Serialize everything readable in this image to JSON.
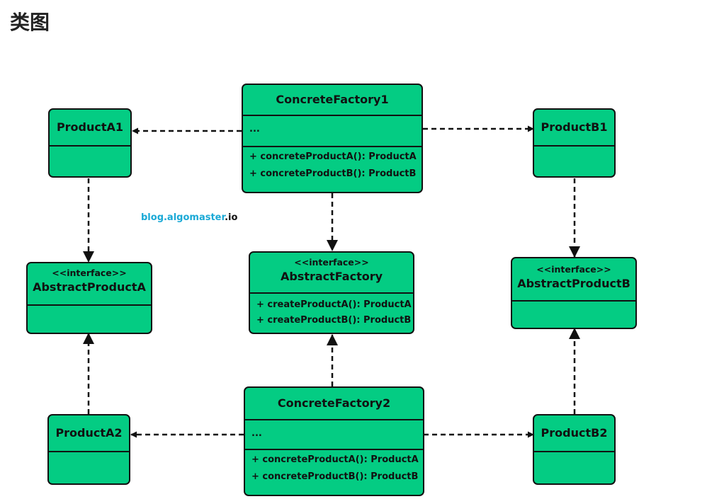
{
  "page": {
    "title": "类图"
  },
  "watermark": {
    "site": "blog.algomaster",
    "tld": ".io"
  },
  "colors": {
    "class_fill": "#04cc83",
    "border": "#111111",
    "watermark_accent": "#1aa9d6"
  },
  "classes": {
    "concrete_factory_1": {
      "name": "ConcreteFactory1",
      "attributes": "...",
      "methods": [
        "+ concreteProductA(): ProductA",
        "+ concreteProductB(): ProductB"
      ]
    },
    "concrete_factory_2": {
      "name": "ConcreteFactory2",
      "attributes": "...",
      "methods": [
        "+ concreteProductA(): ProductA",
        "+ concreteProductB(): ProductB"
      ]
    },
    "abstract_factory": {
      "stereotype": "<<interface>>",
      "name": "AbstractFactory",
      "methods": [
        "+ createProductA(): ProductA",
        "+ createProductB(): ProductB"
      ]
    },
    "abstract_product_a": {
      "stereotype": "<<interface>>",
      "name": "AbstractProductA"
    },
    "abstract_product_b": {
      "stereotype": "<<interface>>",
      "name": "AbstractProductB"
    },
    "product_a1": {
      "name": "ProductA1"
    },
    "product_a2": {
      "name": "ProductA2"
    },
    "product_b1": {
      "name": "ProductB1"
    },
    "product_b2": {
      "name": "ProductB2"
    }
  },
  "relationships": [
    {
      "from": "ConcreteFactory1",
      "to": "ProductA1",
      "kind": "dependency"
    },
    {
      "from": "ConcreteFactory1",
      "to": "ProductB1",
      "kind": "dependency"
    },
    {
      "from": "ConcreteFactory1",
      "to": "AbstractFactory",
      "kind": "realization"
    },
    {
      "from": "ProductA1",
      "to": "AbstractProductA",
      "kind": "realization"
    },
    {
      "from": "ProductB1",
      "to": "AbstractProductB",
      "kind": "realization"
    },
    {
      "from": "ConcreteFactory2",
      "to": "AbstractFactory",
      "kind": "realization"
    },
    {
      "from": "ProductA2",
      "to": "AbstractProductA",
      "kind": "realization"
    },
    {
      "from": "ProductB2",
      "to": "AbstractProductB",
      "kind": "realization"
    },
    {
      "from": "ConcreteFactory2",
      "to": "ProductA2",
      "kind": "dependency"
    },
    {
      "from": "ConcreteFactory2",
      "to": "ProductB2",
      "kind": "dependency"
    }
  ]
}
